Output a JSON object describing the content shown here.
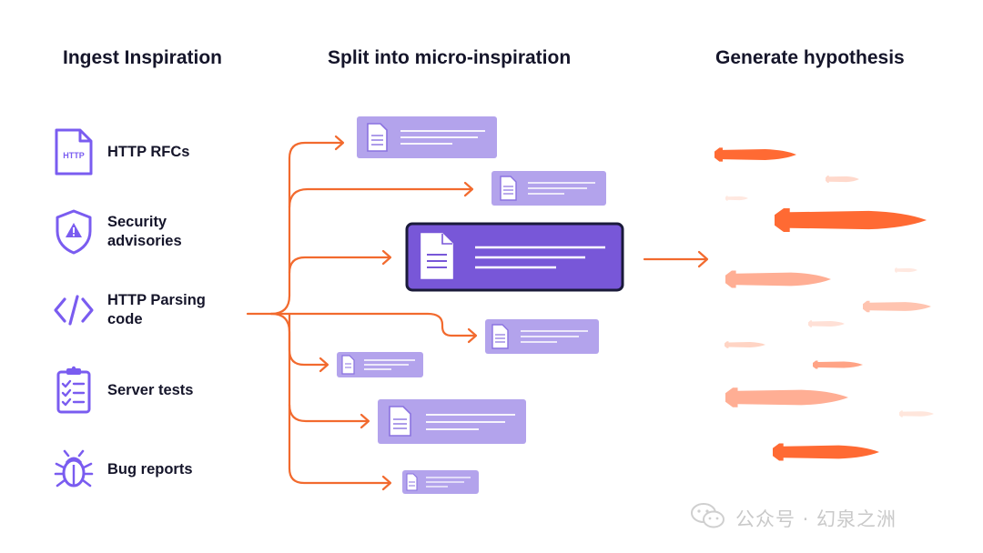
{
  "columns": {
    "ingest_title": "Ingest Inspiration",
    "split_title": "Split into micro-inspiration",
    "generate_title": "Generate hypothesis"
  },
  "sources": [
    {
      "label": "HTTP RFCs",
      "icon": "http-document-icon"
    },
    {
      "label": "Security advisories",
      "icon": "security-shield-icon"
    },
    {
      "label": "HTTP Parsing code",
      "icon": "code-brackets-icon"
    },
    {
      "label": "Server tests",
      "icon": "checklist-clipboard-icon"
    },
    {
      "label": "Bug reports",
      "icon": "bug-icon"
    }
  ],
  "http_icon_text": "HTTP",
  "watermark": {
    "text": "公众号 · 幻泉之洲",
    "icon": "wechat-icon"
  },
  "colors": {
    "accent_orange": "#f26a2e",
    "card_purple": "#b3a3ec",
    "card_main": "#7857d8",
    "card_border": "#1a1a3a",
    "icon_purple": "#7a5cf0",
    "rocket_strong": "#ff6a33",
    "rocket_soft": "#ffae94",
    "rocket_faint": "#ffd9cc"
  }
}
